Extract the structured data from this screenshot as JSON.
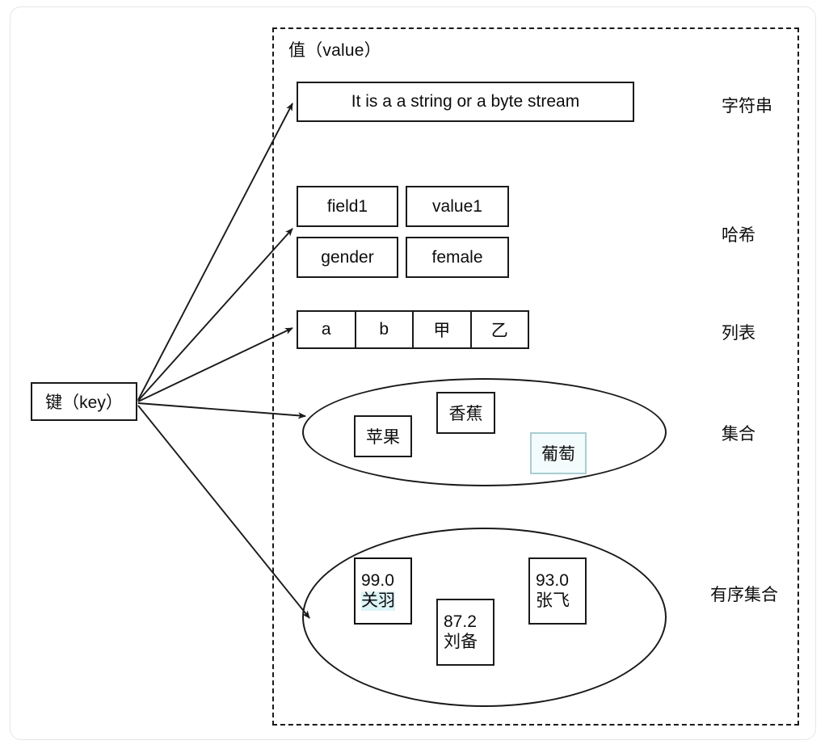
{
  "diagram": {
    "title_key": "键（key）",
    "title_value": "值（value）",
    "accent_teal": "#a9cdd2",
    "tint": "#ddf4f7",
    "line_color": "#1a1a1a"
  },
  "key_node": {
    "label": "键（key）"
  },
  "value_region": {
    "label": "值（value）"
  },
  "types": {
    "string": "字符串",
    "hash": "哈希",
    "list": "列表",
    "set": "集合",
    "sorted_set": "有序集合"
  },
  "string_value": {
    "text": "It is a a string or a byte stream"
  },
  "hash_value": {
    "rows": [
      {
        "field": "field1",
        "value": "value1"
      },
      {
        "field": "gender",
        "value": "female"
      }
    ]
  },
  "list_value": {
    "items": [
      "a",
      "b",
      "甲",
      "乙"
    ]
  },
  "set_value": {
    "items": [
      "苹果",
      "香蕉",
      "葡萄"
    ]
  },
  "sorted_set_value": {
    "members": [
      {
        "score": "99.0",
        "name": "关羽"
      },
      {
        "score": "87.2",
        "name": "刘备"
      },
      {
        "score": "93.0",
        "name": "张飞"
      }
    ]
  }
}
